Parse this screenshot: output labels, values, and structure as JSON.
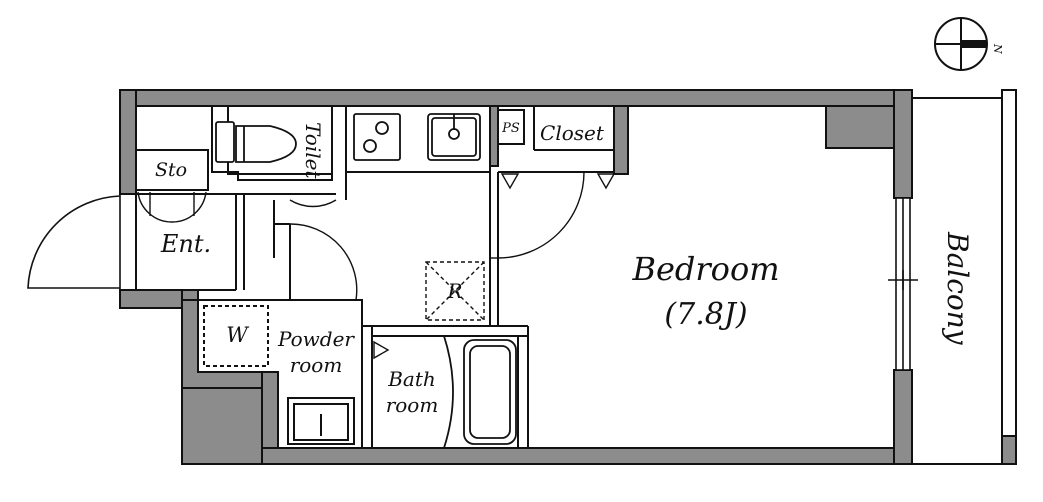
{
  "labels": {
    "toilet": "Toilet",
    "ps": "PS",
    "closet": "Closet",
    "storage": "Sto",
    "entrance": "Ent.",
    "refrigerator": "R",
    "washer": "W",
    "powder_room_line1": "Powder",
    "powder_room_line2": "room",
    "bath_room_line1": "Bath",
    "bath_room_line2": "room",
    "bedroom": "Bedroom",
    "bedroom_size": "(7.8J)",
    "balcony": "Balcony",
    "compass_north": "N"
  },
  "colors": {
    "wall": "#8c8c8c",
    "line": "#111111",
    "background": "#ffffff"
  }
}
